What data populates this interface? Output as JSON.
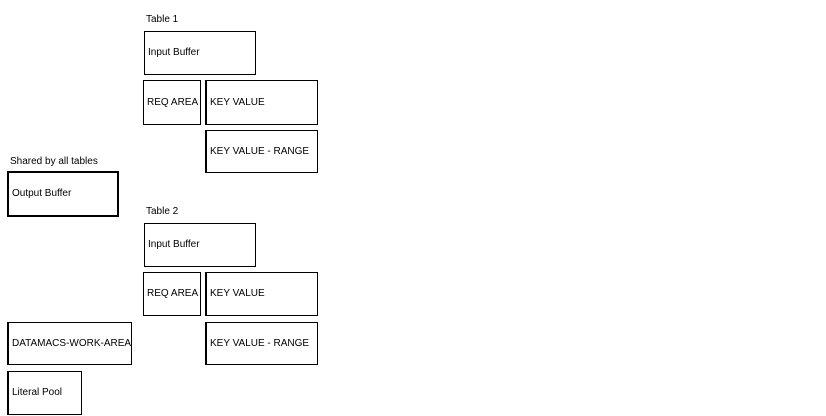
{
  "diagram": {
    "colors": {
      "background": "#ffffff",
      "line": "#000000",
      "text": "#000000"
    },
    "labels": {
      "table1": "Table 1",
      "shared": "Shared by all tables",
      "table2": "Table 2"
    },
    "boxes": {
      "input_buffer_1": "Input Buffer",
      "req_area_1": "REQ AREA",
      "key_value_1": "KEY VALUE",
      "key_value_range_1": "KEY VALUE - RANGE",
      "output_buffer": "Output Buffer",
      "input_buffer_2": "Input Buffer",
      "req_area_2": "REQ AREA",
      "key_value_2": "KEY VALUE",
      "datamacs_work_area": "DATAMACS-WORK-AREA",
      "key_value_range_2": "KEY VALUE - RANGE",
      "literal_pool": "Literal Pool"
    }
  }
}
